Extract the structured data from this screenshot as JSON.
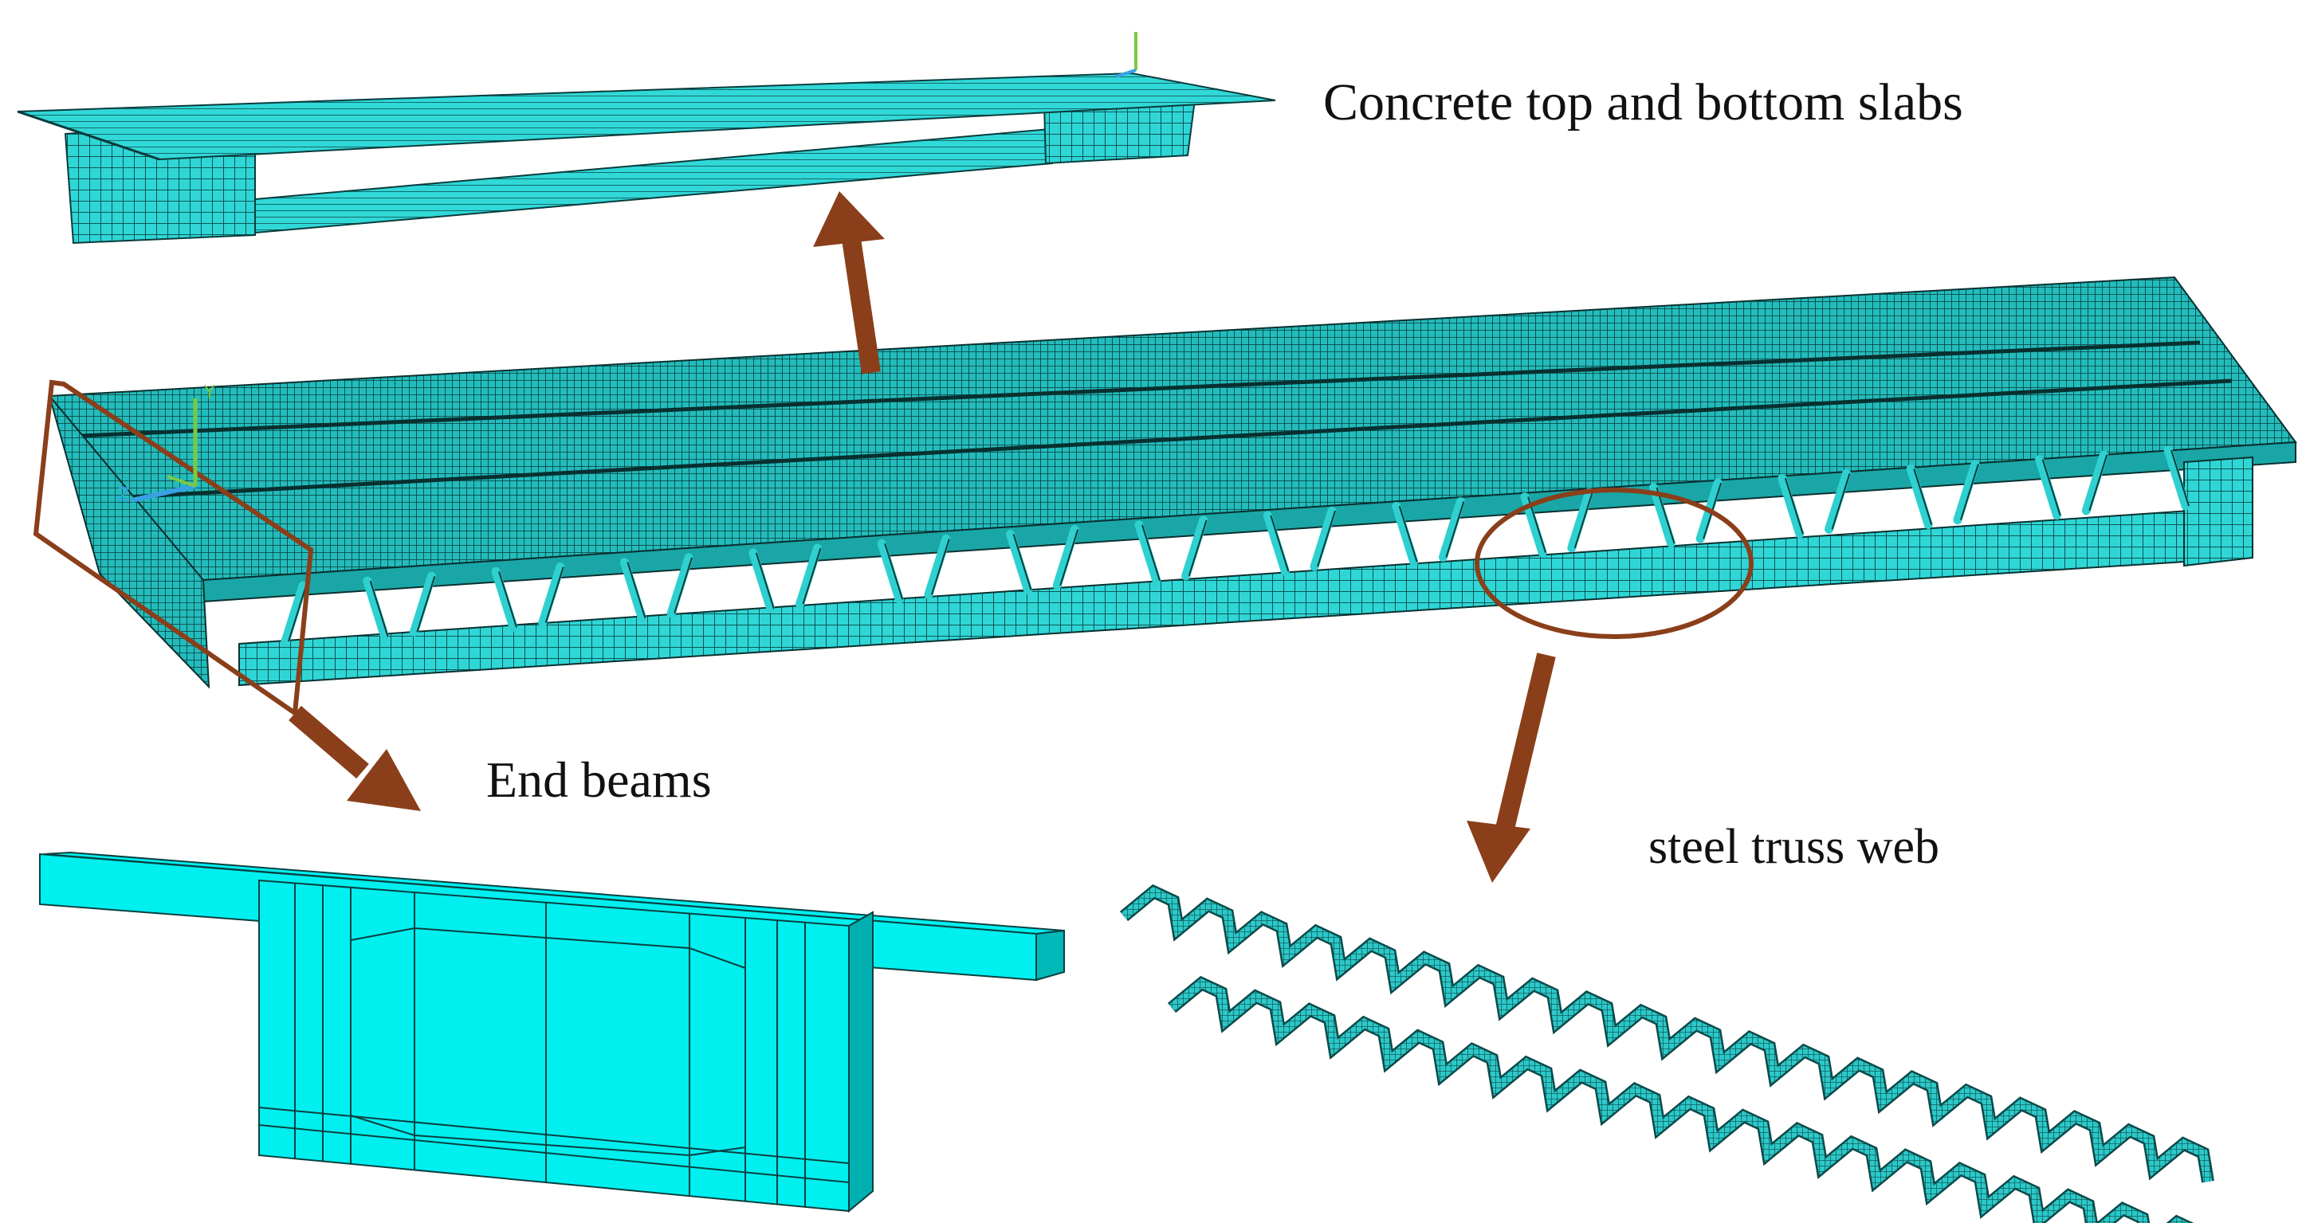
{
  "labels": {
    "slabs": "Concrete top and bottom slabs",
    "end_beams": "End beams",
    "truss": "steel truss web"
  },
  "colors": {
    "mesh_fill": "#22c9c9",
    "mesh_light": "#35e6e6",
    "mesh_dark": "#0f7f7f",
    "mesh_line": "#0a3c3c",
    "solid_fill": "#00f0f0",
    "annotation": "#8a3f1a"
  },
  "icons": [
    "coordinate-axes-icon"
  ]
}
